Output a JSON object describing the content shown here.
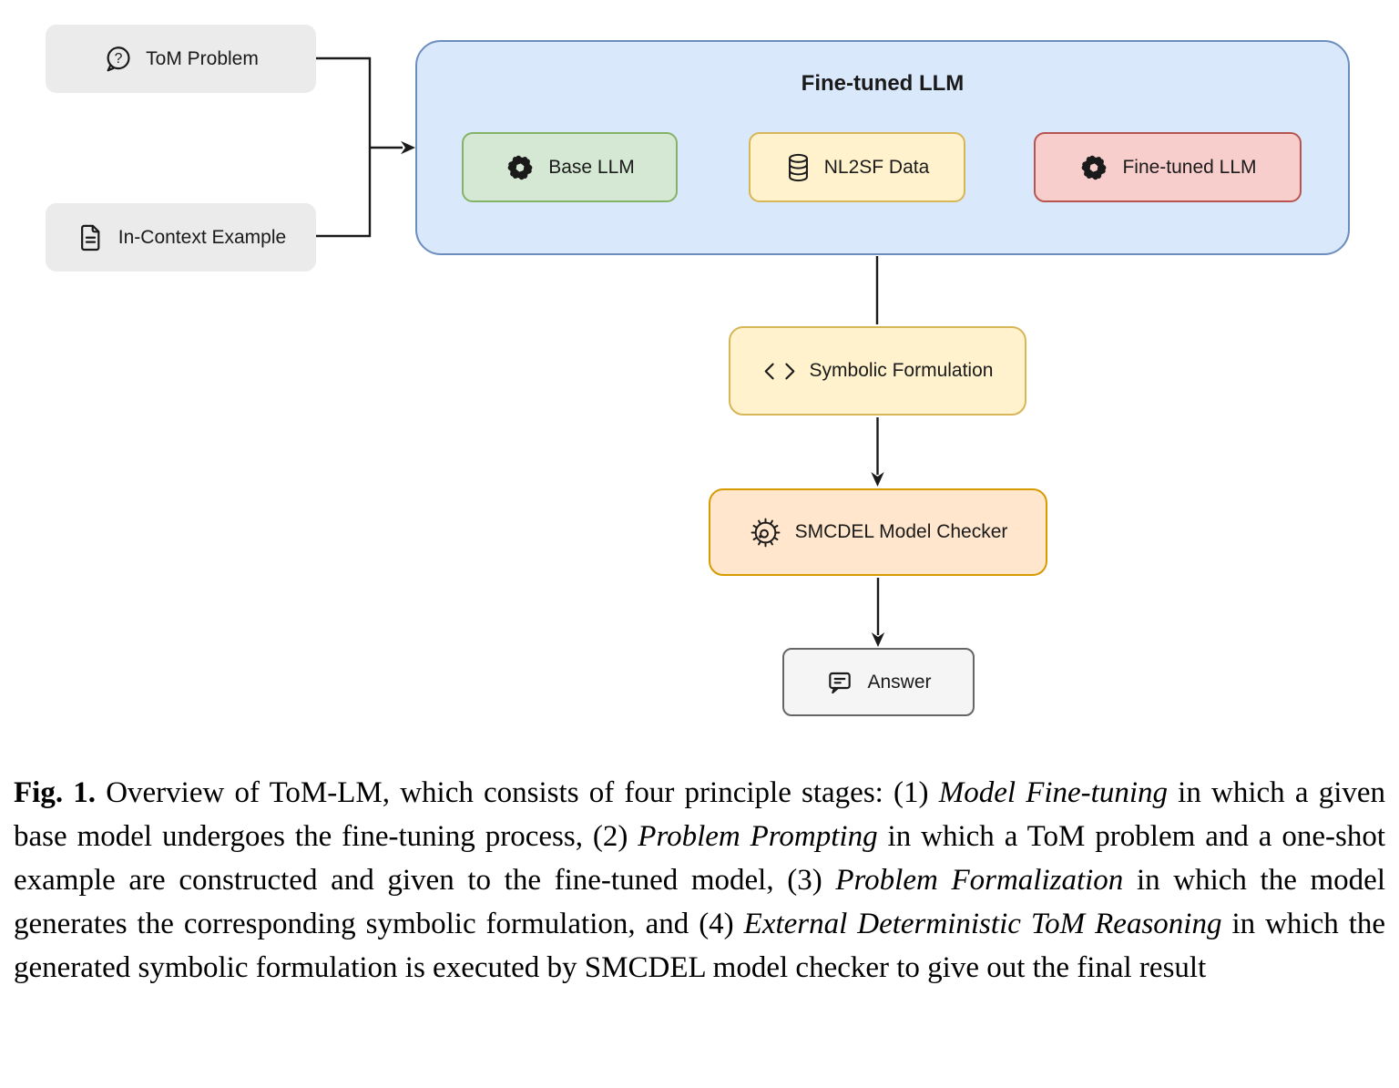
{
  "diagram": {
    "input_nodes": [
      {
        "label": "ToM Problem",
        "icon": "question-bubble-icon"
      },
      {
        "label": "In-Context Example",
        "icon": "document-icon"
      }
    ],
    "container": {
      "title": "Fine-tuned LLM",
      "nodes": [
        {
          "label": "Base LLM",
          "icon": "openai-logo-icon"
        },
        {
          "label": "NL2SF Data",
          "icon": "database-icon"
        },
        {
          "label": "Fine-tuned LLM",
          "icon": "openai-logo-icon"
        }
      ]
    },
    "flow_nodes": [
      {
        "label": "Symbolic Formulation",
        "icon": "code-icon"
      },
      {
        "label": "SMCDEL Model Checker",
        "icon": "gear-icon"
      },
      {
        "label": "Answer",
        "icon": "speech-bubble-icon"
      }
    ],
    "glyphs": {
      "question_mark": "?"
    },
    "colors": {
      "container_fill": "#dae8fc",
      "container_stroke": "#6c8ebf",
      "green_fill": "#d5e8d4",
      "green_stroke": "#82b366",
      "yellow_fill": "#fff2cc",
      "yellow_stroke": "#d6b656",
      "red_fill": "#f8cecc",
      "red_stroke": "#b85450",
      "orange_fill": "#ffe6cc",
      "orange_stroke": "#d79b00",
      "gray_fill": "#ebebeb",
      "answer_fill": "#f5f5f5",
      "answer_stroke": "#666666",
      "line_color": "#1a1a1a",
      "text_color": "#1a1a1a"
    }
  },
  "caption": {
    "segments": [
      {
        "text": "Fig. 1.",
        "style": "bold"
      },
      {
        "text": " Overview of ToM-LM, which consists of four principle stages: (1) ",
        "style": "normal"
      },
      {
        "text": "Model Fine-tuning",
        "style": "italic"
      },
      {
        "text": " in which a given base model undergoes the fine-tuning process, (2) ",
        "style": "normal"
      },
      {
        "text": "Problem Prompting",
        "style": "italic"
      },
      {
        "text": " in which a ToM problem and a one-shot example are constructed and given to the fine-tuned model, (3) ",
        "style": "normal"
      },
      {
        "text": "Problem Formalization",
        "style": "italic"
      },
      {
        "text": " in which the model generates the corresponding symbolic formulation, and (4) ",
        "style": "normal"
      },
      {
        "text": "External Deterministic ToM Reasoning",
        "style": "italic"
      },
      {
        "text": " in which the generated symbolic formulation is executed by SMCDEL model checker to give out the final result",
        "style": "normal"
      }
    ]
  }
}
